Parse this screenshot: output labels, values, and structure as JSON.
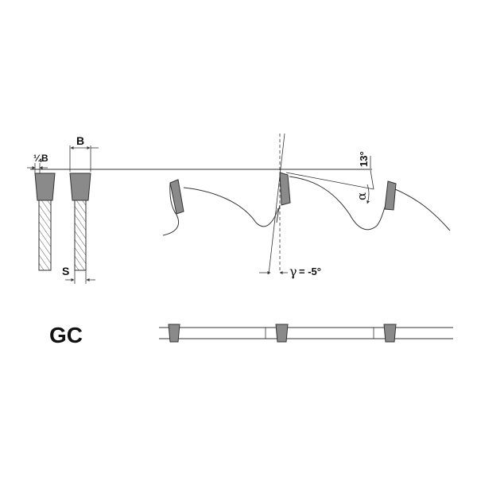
{
  "labels": {
    "quarter_b": "¼B",
    "b": "B",
    "s": "S",
    "gamma_symbol": "γ",
    "gamma_value": "= -5°",
    "alpha_symbol": "α",
    "clearance_angle": "13°",
    "profile_code": "GC"
  },
  "colors": {
    "line": "#333333",
    "tooth_fill": "#8a8a8a",
    "tooth_stroke": "#333333",
    "hatch": "#555555"
  }
}
